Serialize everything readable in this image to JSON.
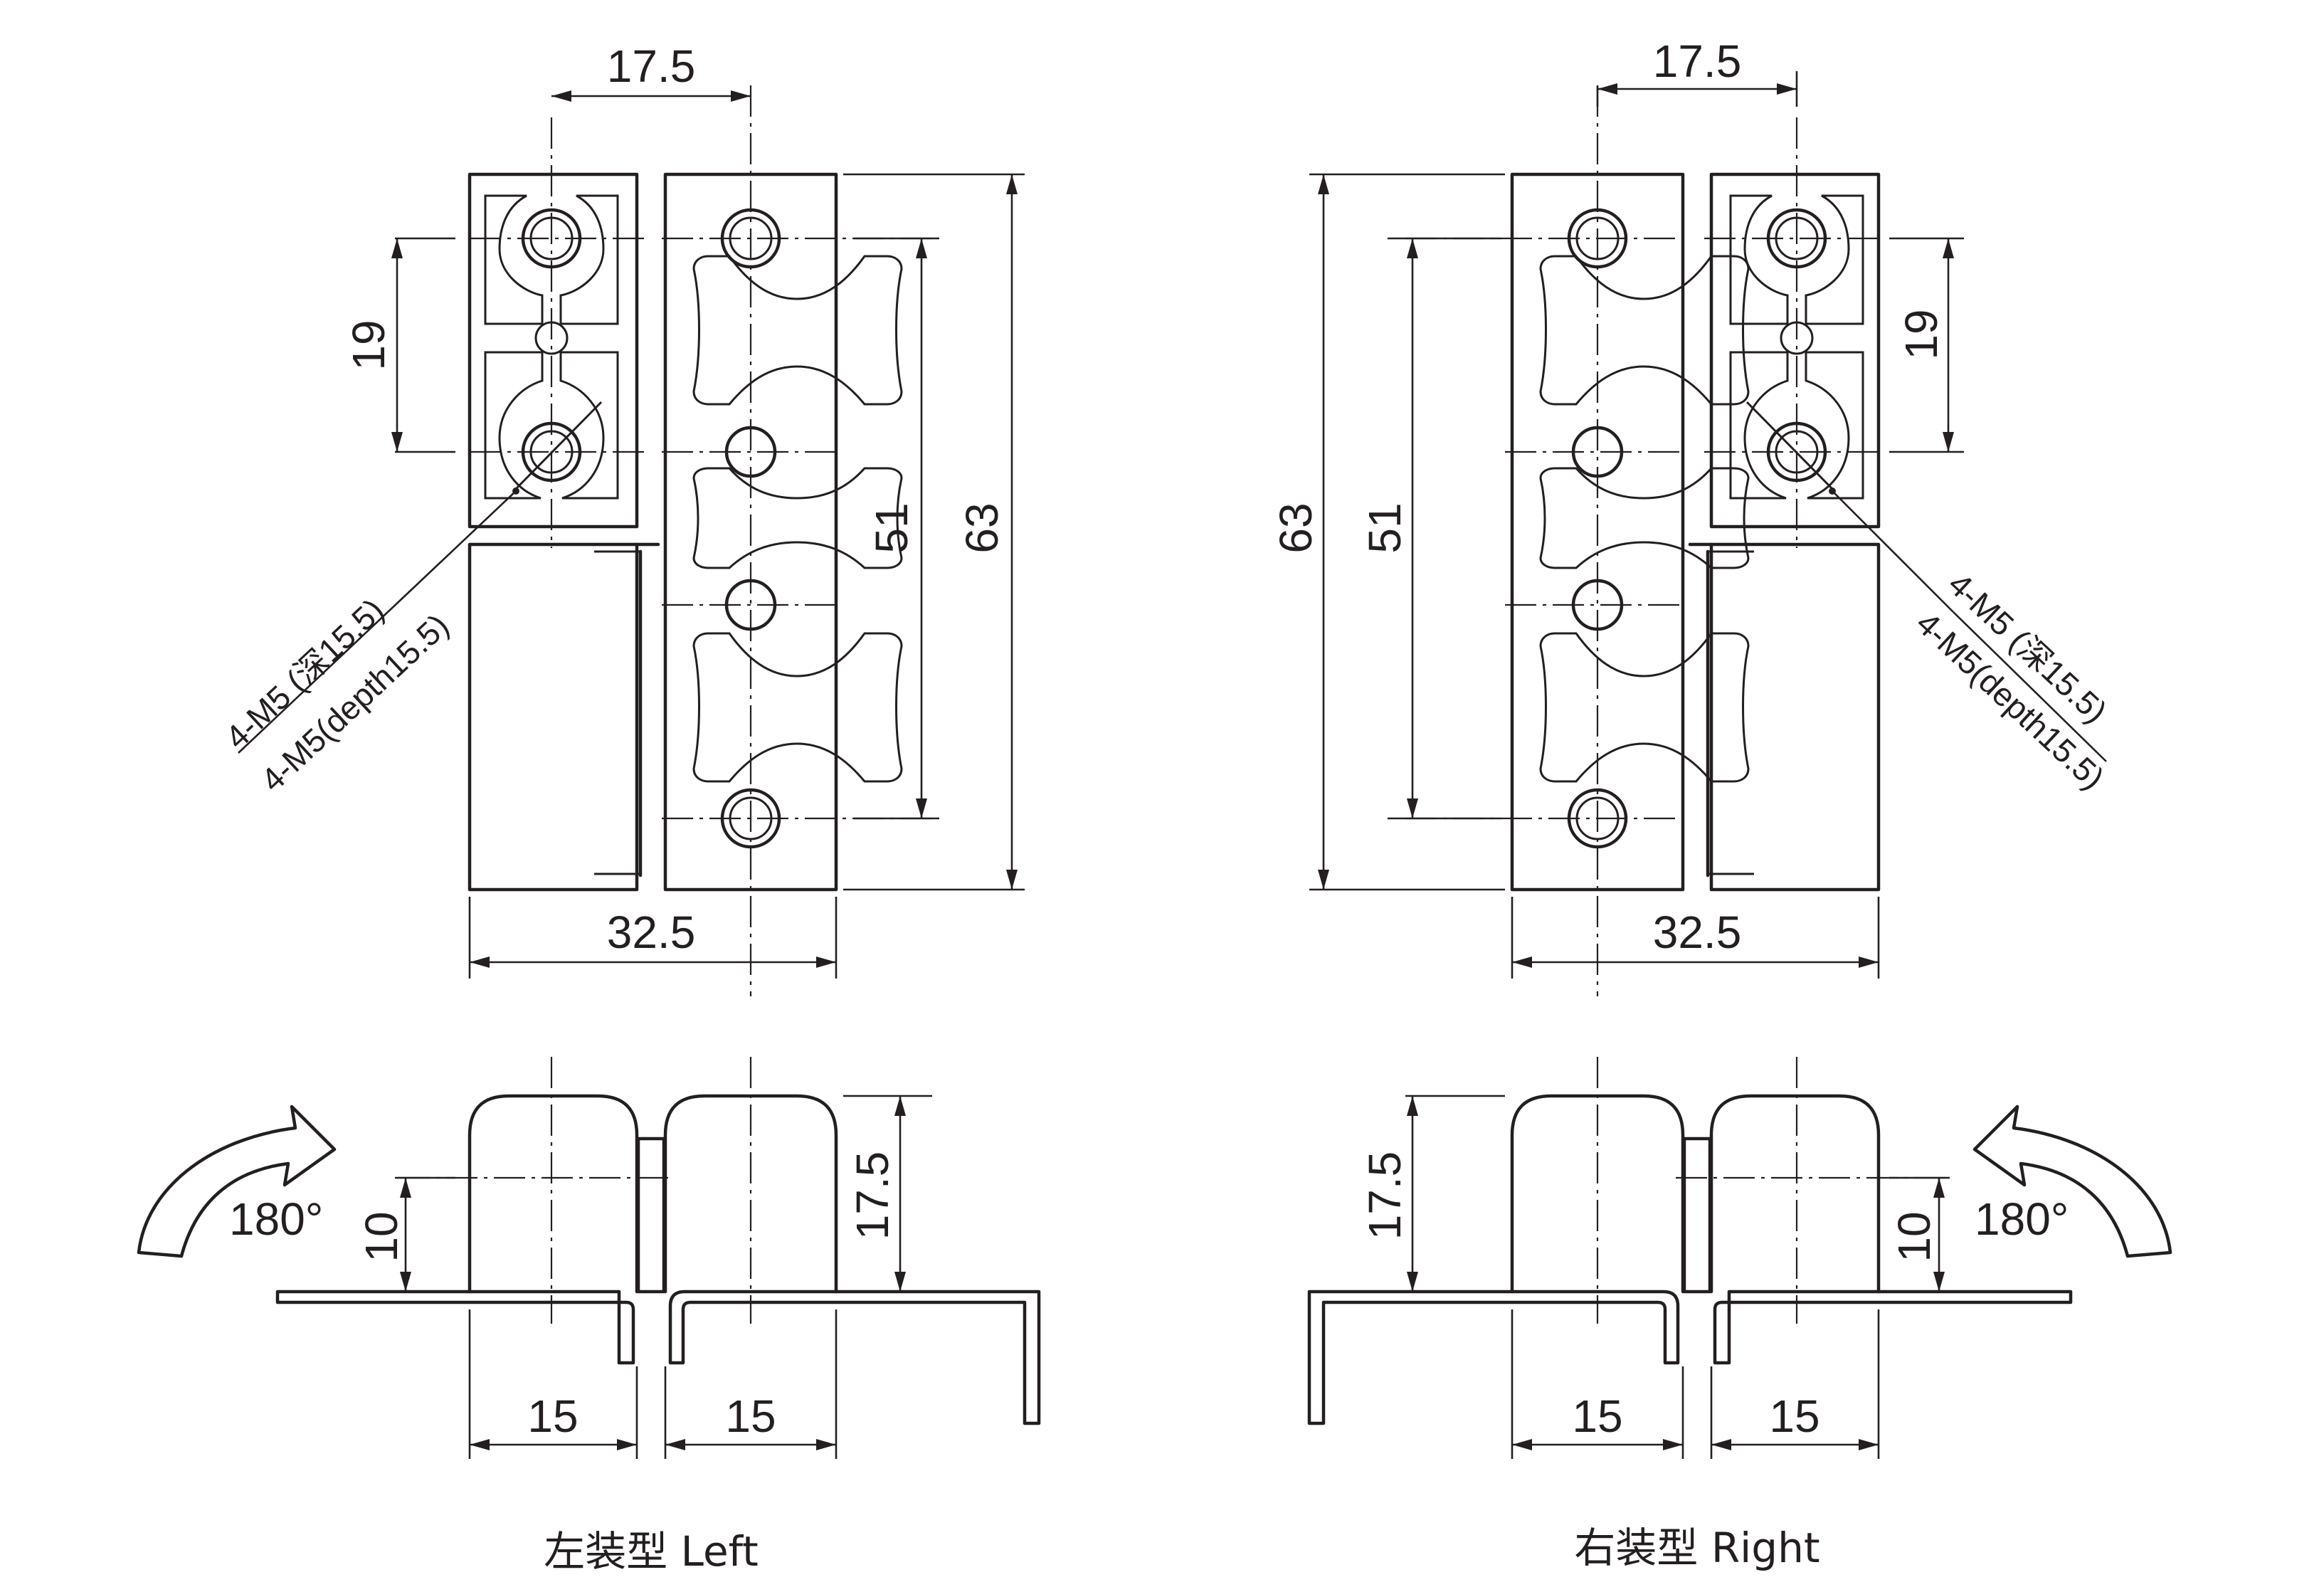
{
  "views": {
    "left": {
      "caption": "左装型 Left",
      "top_pitch": "17.5",
      "hole_pitch": "19",
      "hole_span": "51",
      "height": "63",
      "width": "32.5",
      "leaf_height": "17.5",
      "pin_height": "10",
      "leaf_a": "15",
      "leaf_b": "15",
      "rotation": "180°",
      "thread_note_cn": "4-M5 (深15.5)",
      "thread_note_en": "4-M5(depth15.5)"
    },
    "right": {
      "caption": "右装型 Right",
      "top_pitch": "17.5",
      "hole_pitch": "19",
      "hole_span": "51",
      "height": "63",
      "width": "32.5",
      "leaf_height": "17.5",
      "pin_height": "10",
      "leaf_a": "15",
      "leaf_b": "15",
      "rotation": "180°",
      "thread_note_cn": "4-M5 (深15.5)",
      "thread_note_en": "4-M5(depth15.5)"
    }
  },
  "icons": [
    "rotate-arrow-icon"
  ]
}
